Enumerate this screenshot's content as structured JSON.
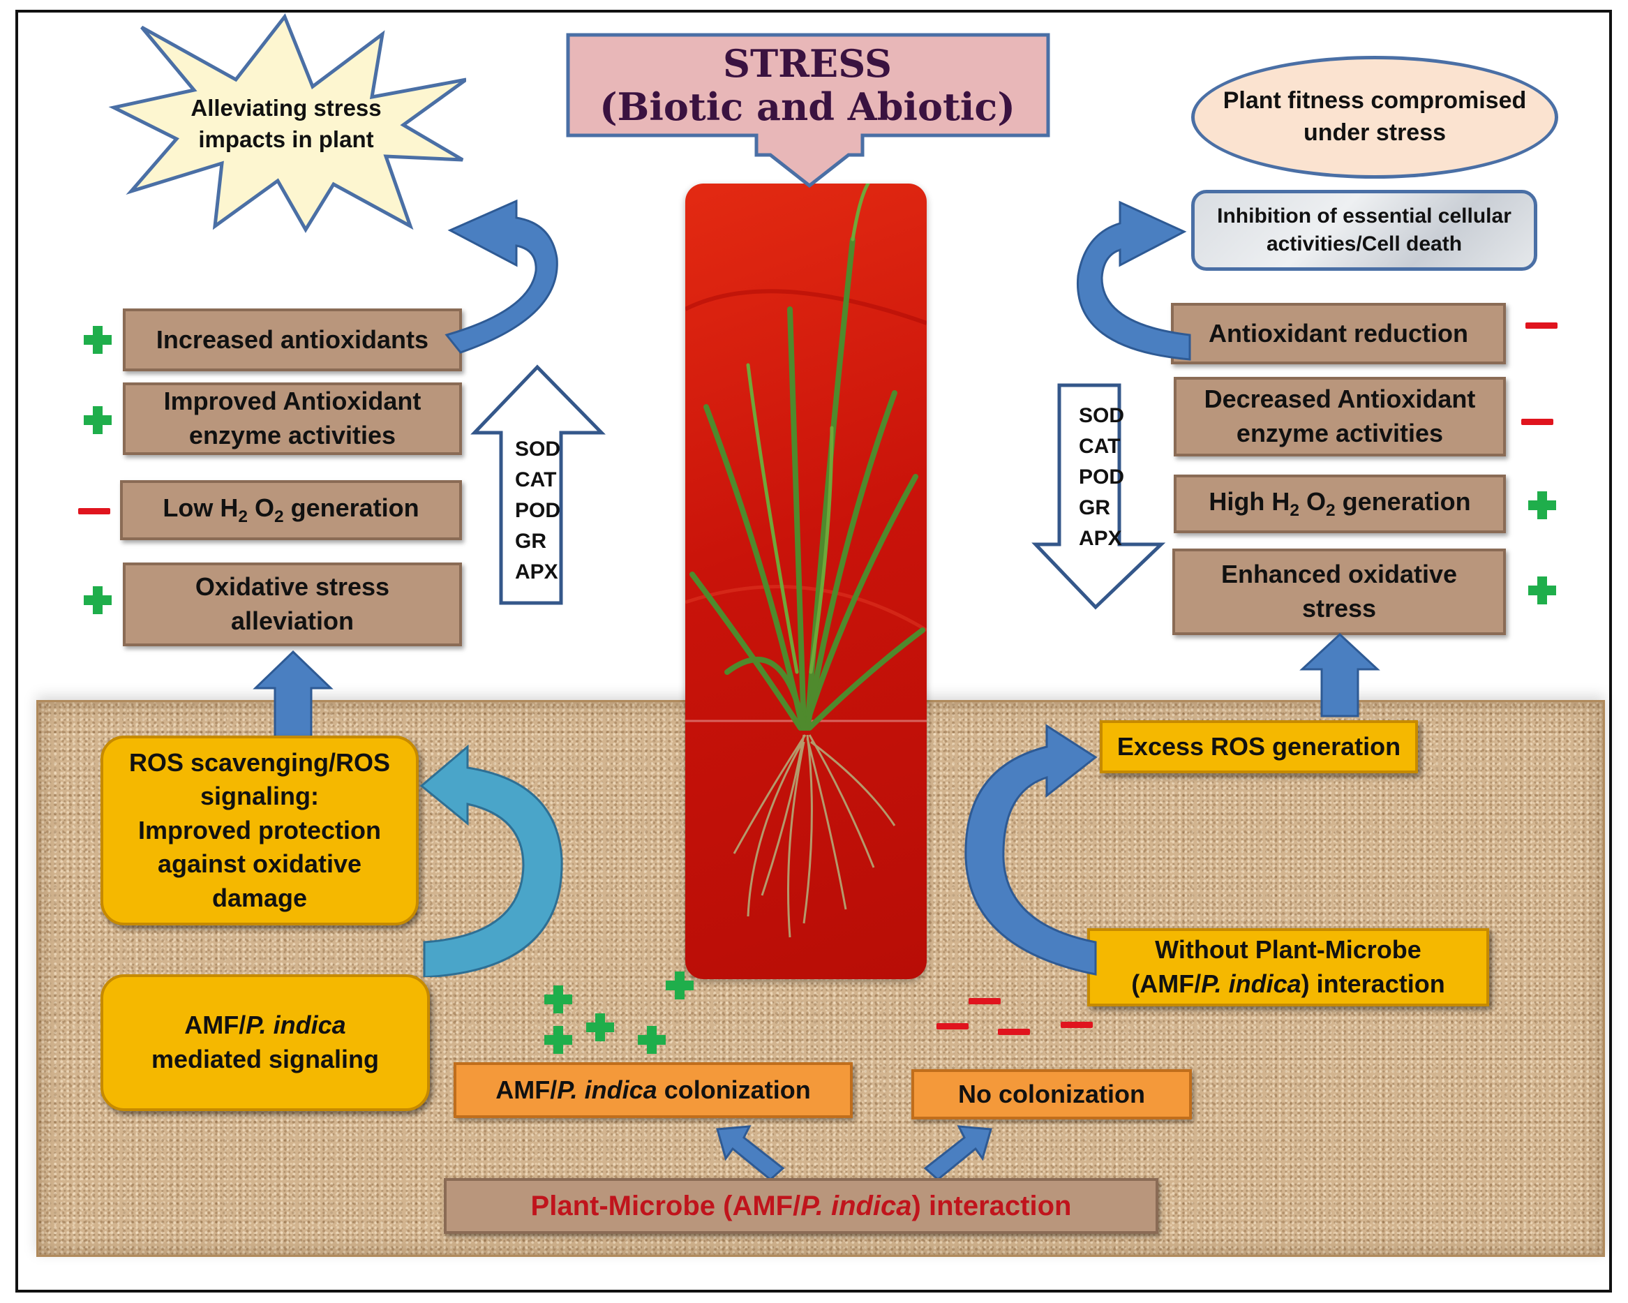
{
  "stress": {
    "line1": "STRESS",
    "line2": "(Biotic and Abiotic)"
  },
  "left": {
    "star": {
      "line1": "Alleviating stress",
      "line2": "impacts in plant"
    },
    "increased_antioxidants": "Increased antioxidants",
    "improved_enzyme": {
      "line1": "Improved Antioxidant",
      "line2": "enzyme activities"
    },
    "low_h2o2": {
      "prefix": "Low H",
      "sub1": "2",
      "mid": " O",
      "sub2": "2",
      "suffix": " generation"
    },
    "oxidative_alleviation": {
      "line1": "Oxidative stress",
      "line2": "alleviation"
    },
    "ros_scavenging": {
      "line1": "ROS scavenging/ROS",
      "line2": "signaling:",
      "line3": "Improved protection",
      "line4": "against oxidative",
      "line5": "damage"
    },
    "amf_signaling": {
      "line1a": "AMF/",
      "line1b": "P. indica",
      "line2": "mediated signaling"
    }
  },
  "right": {
    "ellipse": {
      "line1": "Plant fitness compromised",
      "line2": "under stress"
    },
    "inhibition": {
      "line1": "Inhibition of essential cellular",
      "line2": "activities/Cell death"
    },
    "antioxidant_reduction": "Antioxidant reduction",
    "decreased_enzyme": {
      "line1": "Decreased Antioxidant",
      "line2": "enzyme activities"
    },
    "high_h2o2": {
      "prefix": "High H",
      "sub1": "2",
      "mid": " O",
      "sub2": "2",
      "suffix": " generation"
    },
    "enhanced_oxidative": {
      "line1": "Enhanced oxidative",
      "line2": "stress"
    },
    "excess_ros": "Excess ROS generation",
    "without_interaction": {
      "line1": "Without Plant-Microbe",
      "line2a": "(AMF/",
      "line2b": "P. indica",
      "line2c": ") interaction"
    }
  },
  "enzymes": [
    "SOD",
    "CAT",
    "POD",
    "GR",
    "APX"
  ],
  "bottom": {
    "colonization": {
      "a": "AMF/",
      "b": "P. indica",
      "c": " colonization"
    },
    "no_colonization": "No colonization",
    "interaction": {
      "a": "Plant-Microbe (AMF/",
      "b": "P. indica",
      "c": ") interaction"
    }
  },
  "colors": {
    "plus": "#1fae4b",
    "minus": "#e0141e",
    "arrow_blue": "#4a7fc1",
    "box_brown": "#b9967c",
    "box_yellow": "#f5b800",
    "box_orange": "#f4993a",
    "interaction_text": "#c0141c"
  }
}
